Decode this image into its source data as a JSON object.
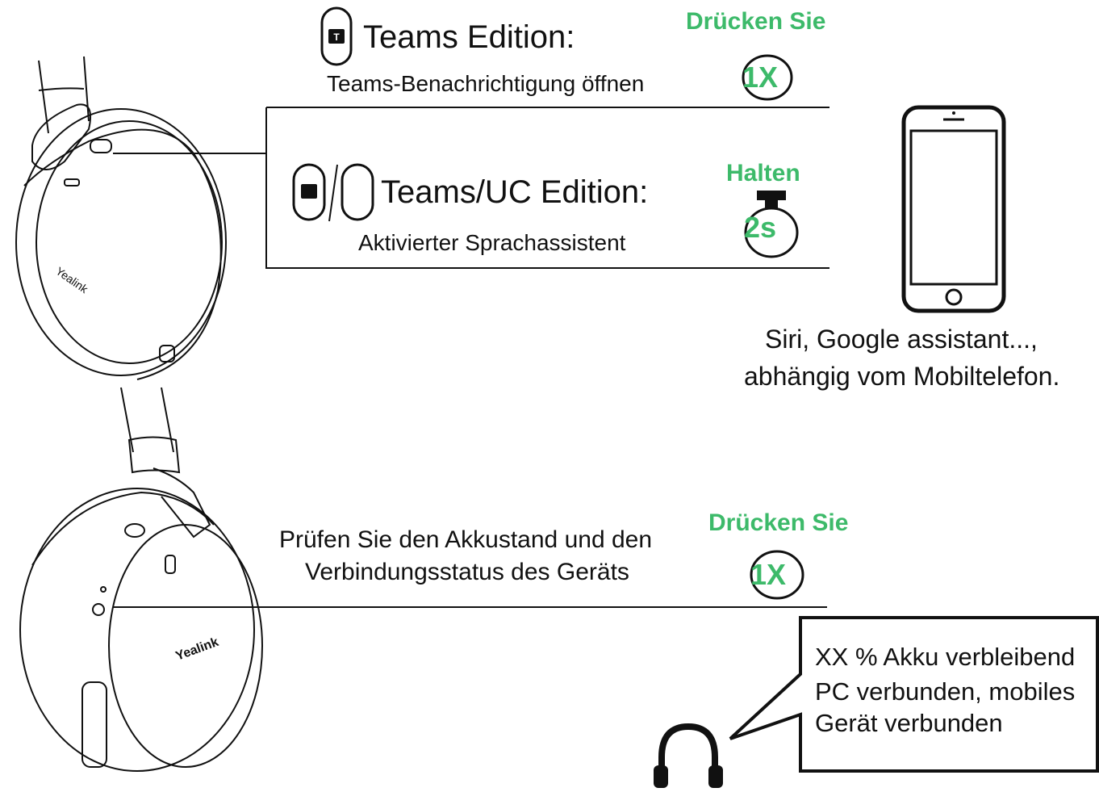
{
  "teams": {
    "title": "Teams Edition:",
    "action": "Teams-Benachrichtigung öffnen",
    "instruction": "Drücken Sie",
    "badge": "1X"
  },
  "uc": {
    "title": "Teams/UC Edition:",
    "action": "Aktivierter Sprachassistent",
    "instruction": "Halten",
    "badge": "2s"
  },
  "phone": {
    "caption_line1": "Siri, Google assistant...,",
    "caption_line2": "abhängig vom Mobiltelefon."
  },
  "status": {
    "action_line1": "Prüfen Sie den Akkustand und den",
    "action_line2": "Verbindungsstatus des Geräts",
    "instruction": "Drücken Sie",
    "badge": "1X",
    "bubble_line1": "XX % Akku verbleibend",
    "bubble_line2": "PC verbunden, mobiles",
    "bubble_line3": "Gerät verbunden"
  },
  "colors": {
    "accent": "#3dba6a",
    "line": "#111111"
  },
  "icons": [
    "teams-button-icon",
    "uc-button-icon",
    "smartphone-icon",
    "headset-icon",
    "press-button-icon",
    "hold-button-icon"
  ]
}
